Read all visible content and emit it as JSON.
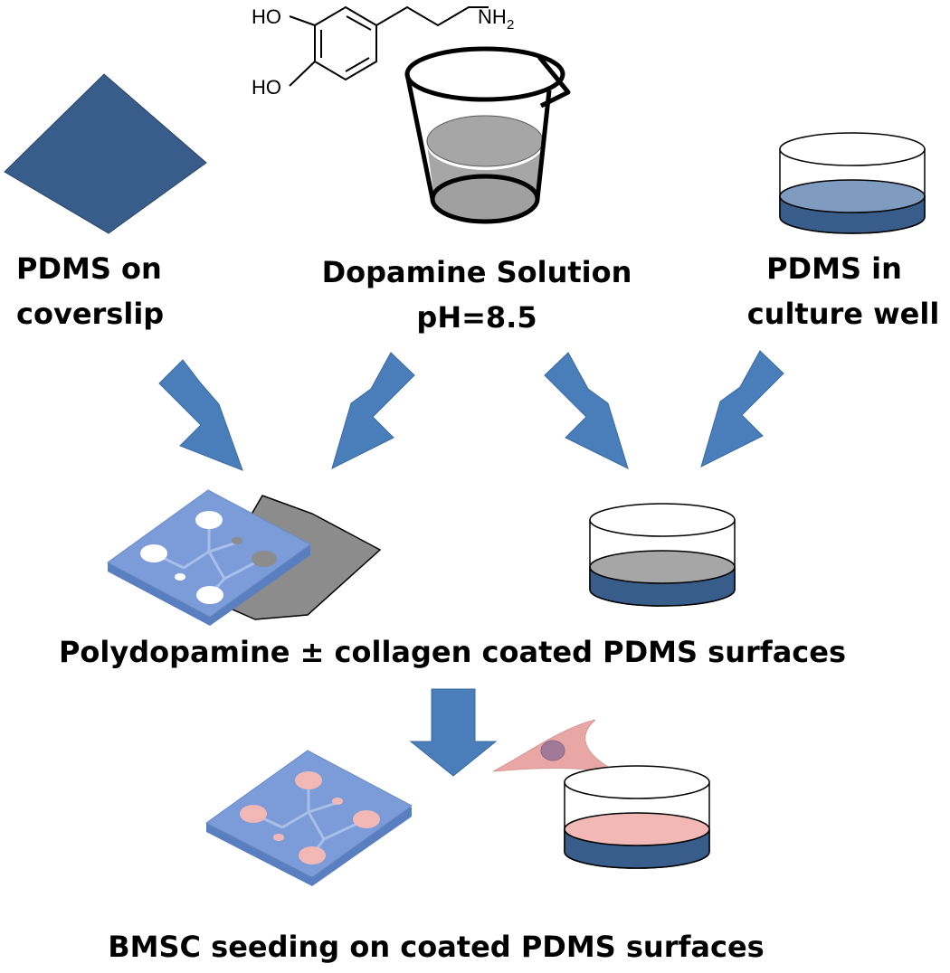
{
  "chemistry": {
    "ho_top": "HO",
    "ho_bottom": "HO",
    "amine_nh": "NH",
    "amine_sub": "2"
  },
  "labels": {
    "pdms_coverslip_line1": "PDMS on",
    "pdms_coverslip_line2": "coverslip",
    "dopamine_line1": "Dopamine Solution",
    "dopamine_line2": "pH=8.5",
    "pdms_well_line1": "PDMS in",
    "pdms_well_line2": "culture well",
    "coated_caption": "Polydopamine ± collagen coated PDMS surfaces",
    "seeding_caption": "BMSC seeding on coated PDMS surfaces"
  },
  "colors": {
    "pdms_blue": "#385d8a",
    "arrow_blue": "#4a7ebb",
    "chip_blue": "#6f94d8",
    "gray_film": "#8c8c8c",
    "cell_pink": "#e8a7a5",
    "spot_pink": "#f2b8b5"
  }
}
